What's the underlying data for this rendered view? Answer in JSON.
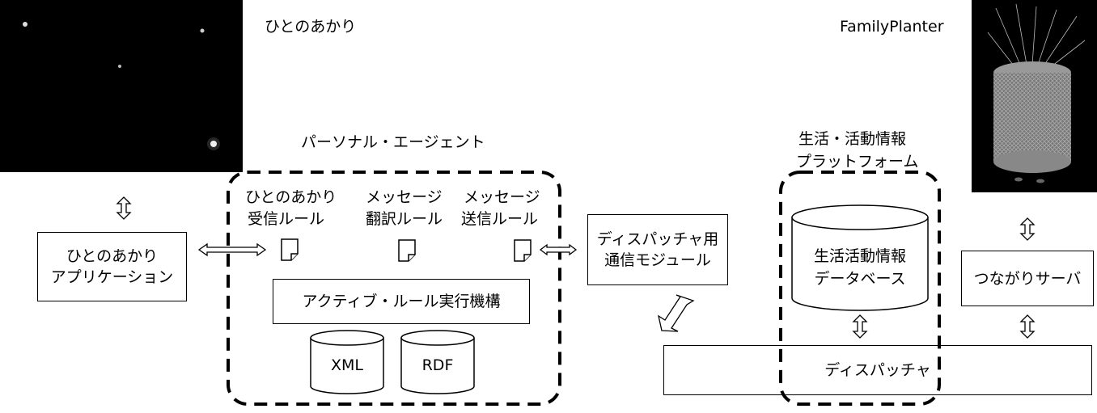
{
  "left_panel": {
    "image_caption": "ひとのあかり",
    "app_box": [
      "ひとのあかり",
      "アプリケーション"
    ]
  },
  "agent": {
    "title": "パーソナル・エージェント",
    "rules": [
      [
        "ひとのあかり",
        "受信ルール"
      ],
      [
        "メッセージ",
        "翻訳ルール"
      ],
      [
        "メッセージ",
        "送信ルール"
      ]
    ],
    "engine": "アクティブ・ルール実行機構",
    "stores": [
      "XML",
      "RDF"
    ]
  },
  "dispatch_module": [
    "ディスパッチャ用",
    "通信モジュール"
  ],
  "platform": {
    "title": [
      "生活・活動情報",
      "プラットフォーム"
    ],
    "database": [
      "生活活動情報",
      "データベース"
    ]
  },
  "dispatcher": "ディスパッチャ",
  "right_panel": {
    "image_caption": "FamilyPlanter",
    "server_box": "つながりサーバ"
  }
}
